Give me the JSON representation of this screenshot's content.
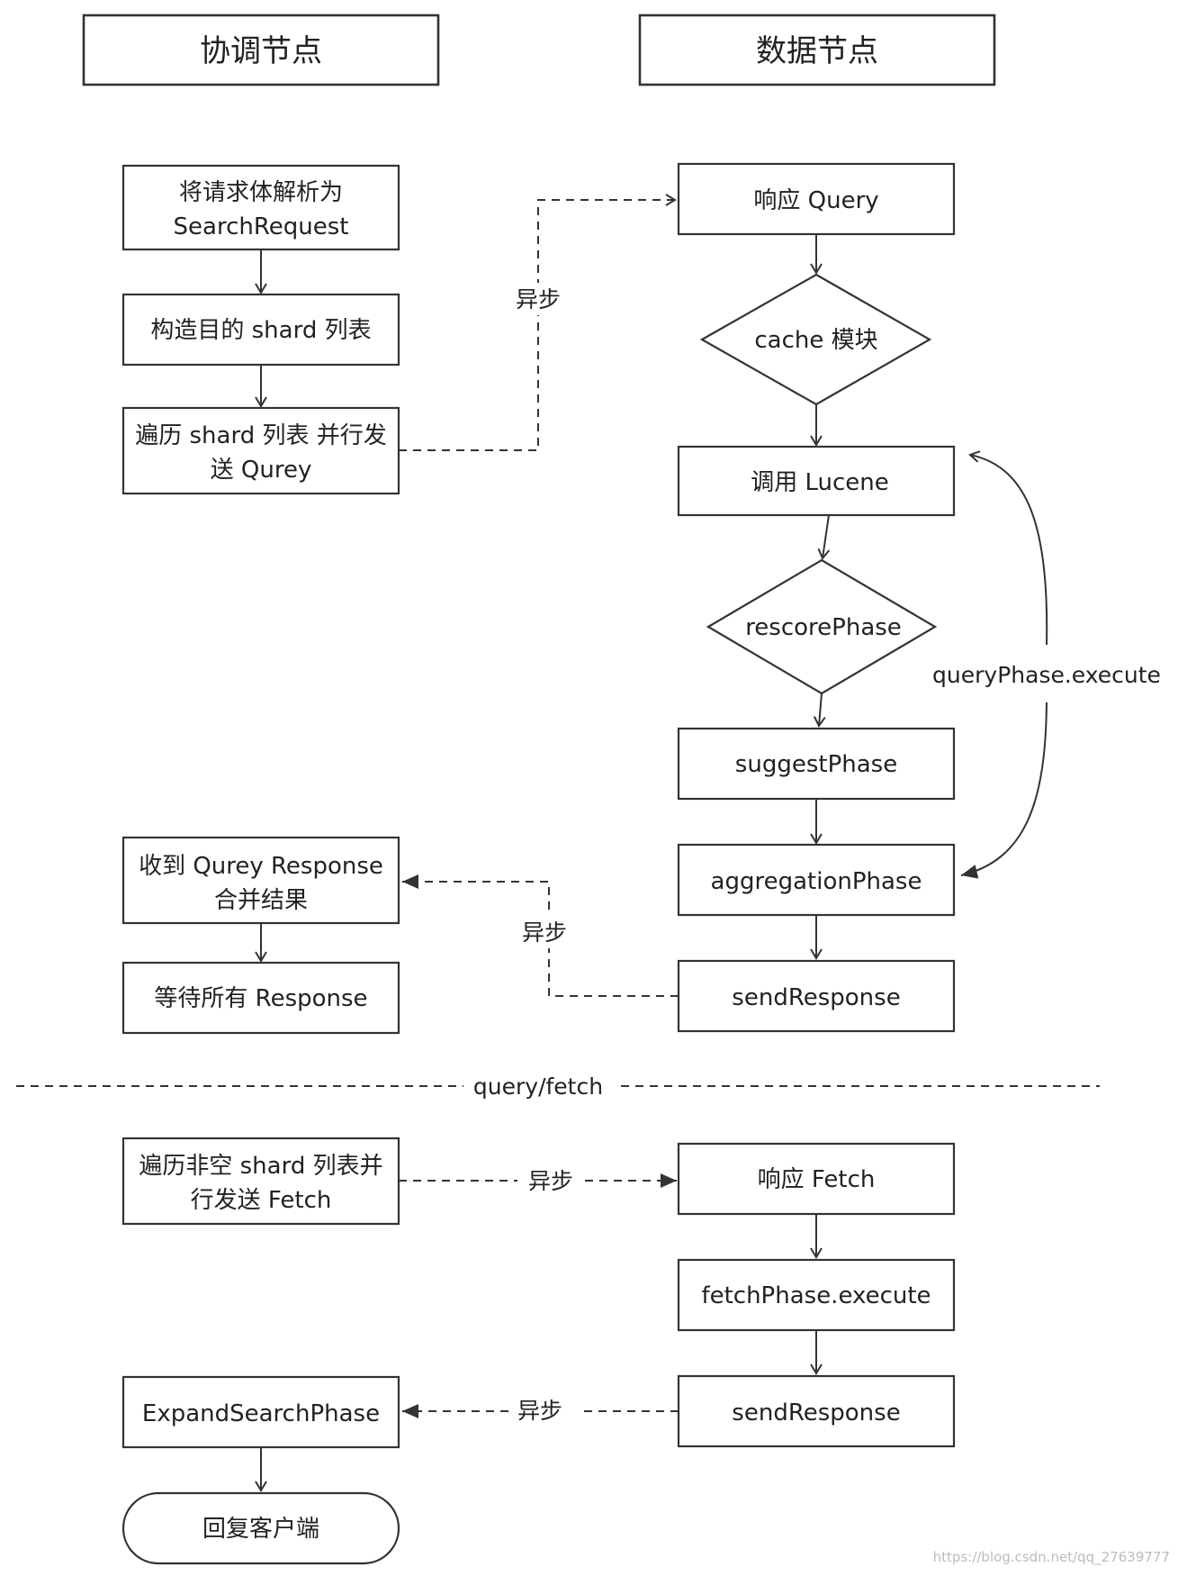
{
  "headers": {
    "coordinator": "协调节点",
    "data_node": "数据节点"
  },
  "coordinator_nodes": {
    "parse": [
      "将请求体解析为",
      "SearchRequest"
    ],
    "build_shards": "构造目的 shard 列表",
    "send_query": [
      "遍历 shard 列表 并行发",
      "送 Qurey"
    ],
    "receive_query_response": [
      "收到 Qurey Response",
      "合并结果"
    ],
    "wait_all": "等待所有 Response",
    "send_fetch": [
      "遍历非空 shard 列表并",
      "行发送 Fetch"
    ],
    "expand_search": "ExpandSearchPhase",
    "reply_client": "回复客户端"
  },
  "data_nodes": {
    "respond_query": "响应 Query",
    "cache_module": "cache 模块",
    "call_lucene": "调用 Lucene",
    "rescore_phase": "rescorePhase",
    "suggest_phase": "suggestPhase",
    "aggregation_phase": "aggregationPhase",
    "send_response_query": "sendResponse",
    "respond_fetch": "响应 Fetch",
    "fetch_phase_execute": "fetchPhase.execute",
    "send_response_fetch": "sendResponse"
  },
  "edge_labels": {
    "async_query": "异步",
    "async_query_response": "异步",
    "async_fetch": "异步",
    "async_fetch_response": "异步",
    "query_phase_loop": "queryPhase.execute"
  },
  "divider_label": "query/fetch",
  "watermark": "https://blog.csdn.net/qq_27639777"
}
